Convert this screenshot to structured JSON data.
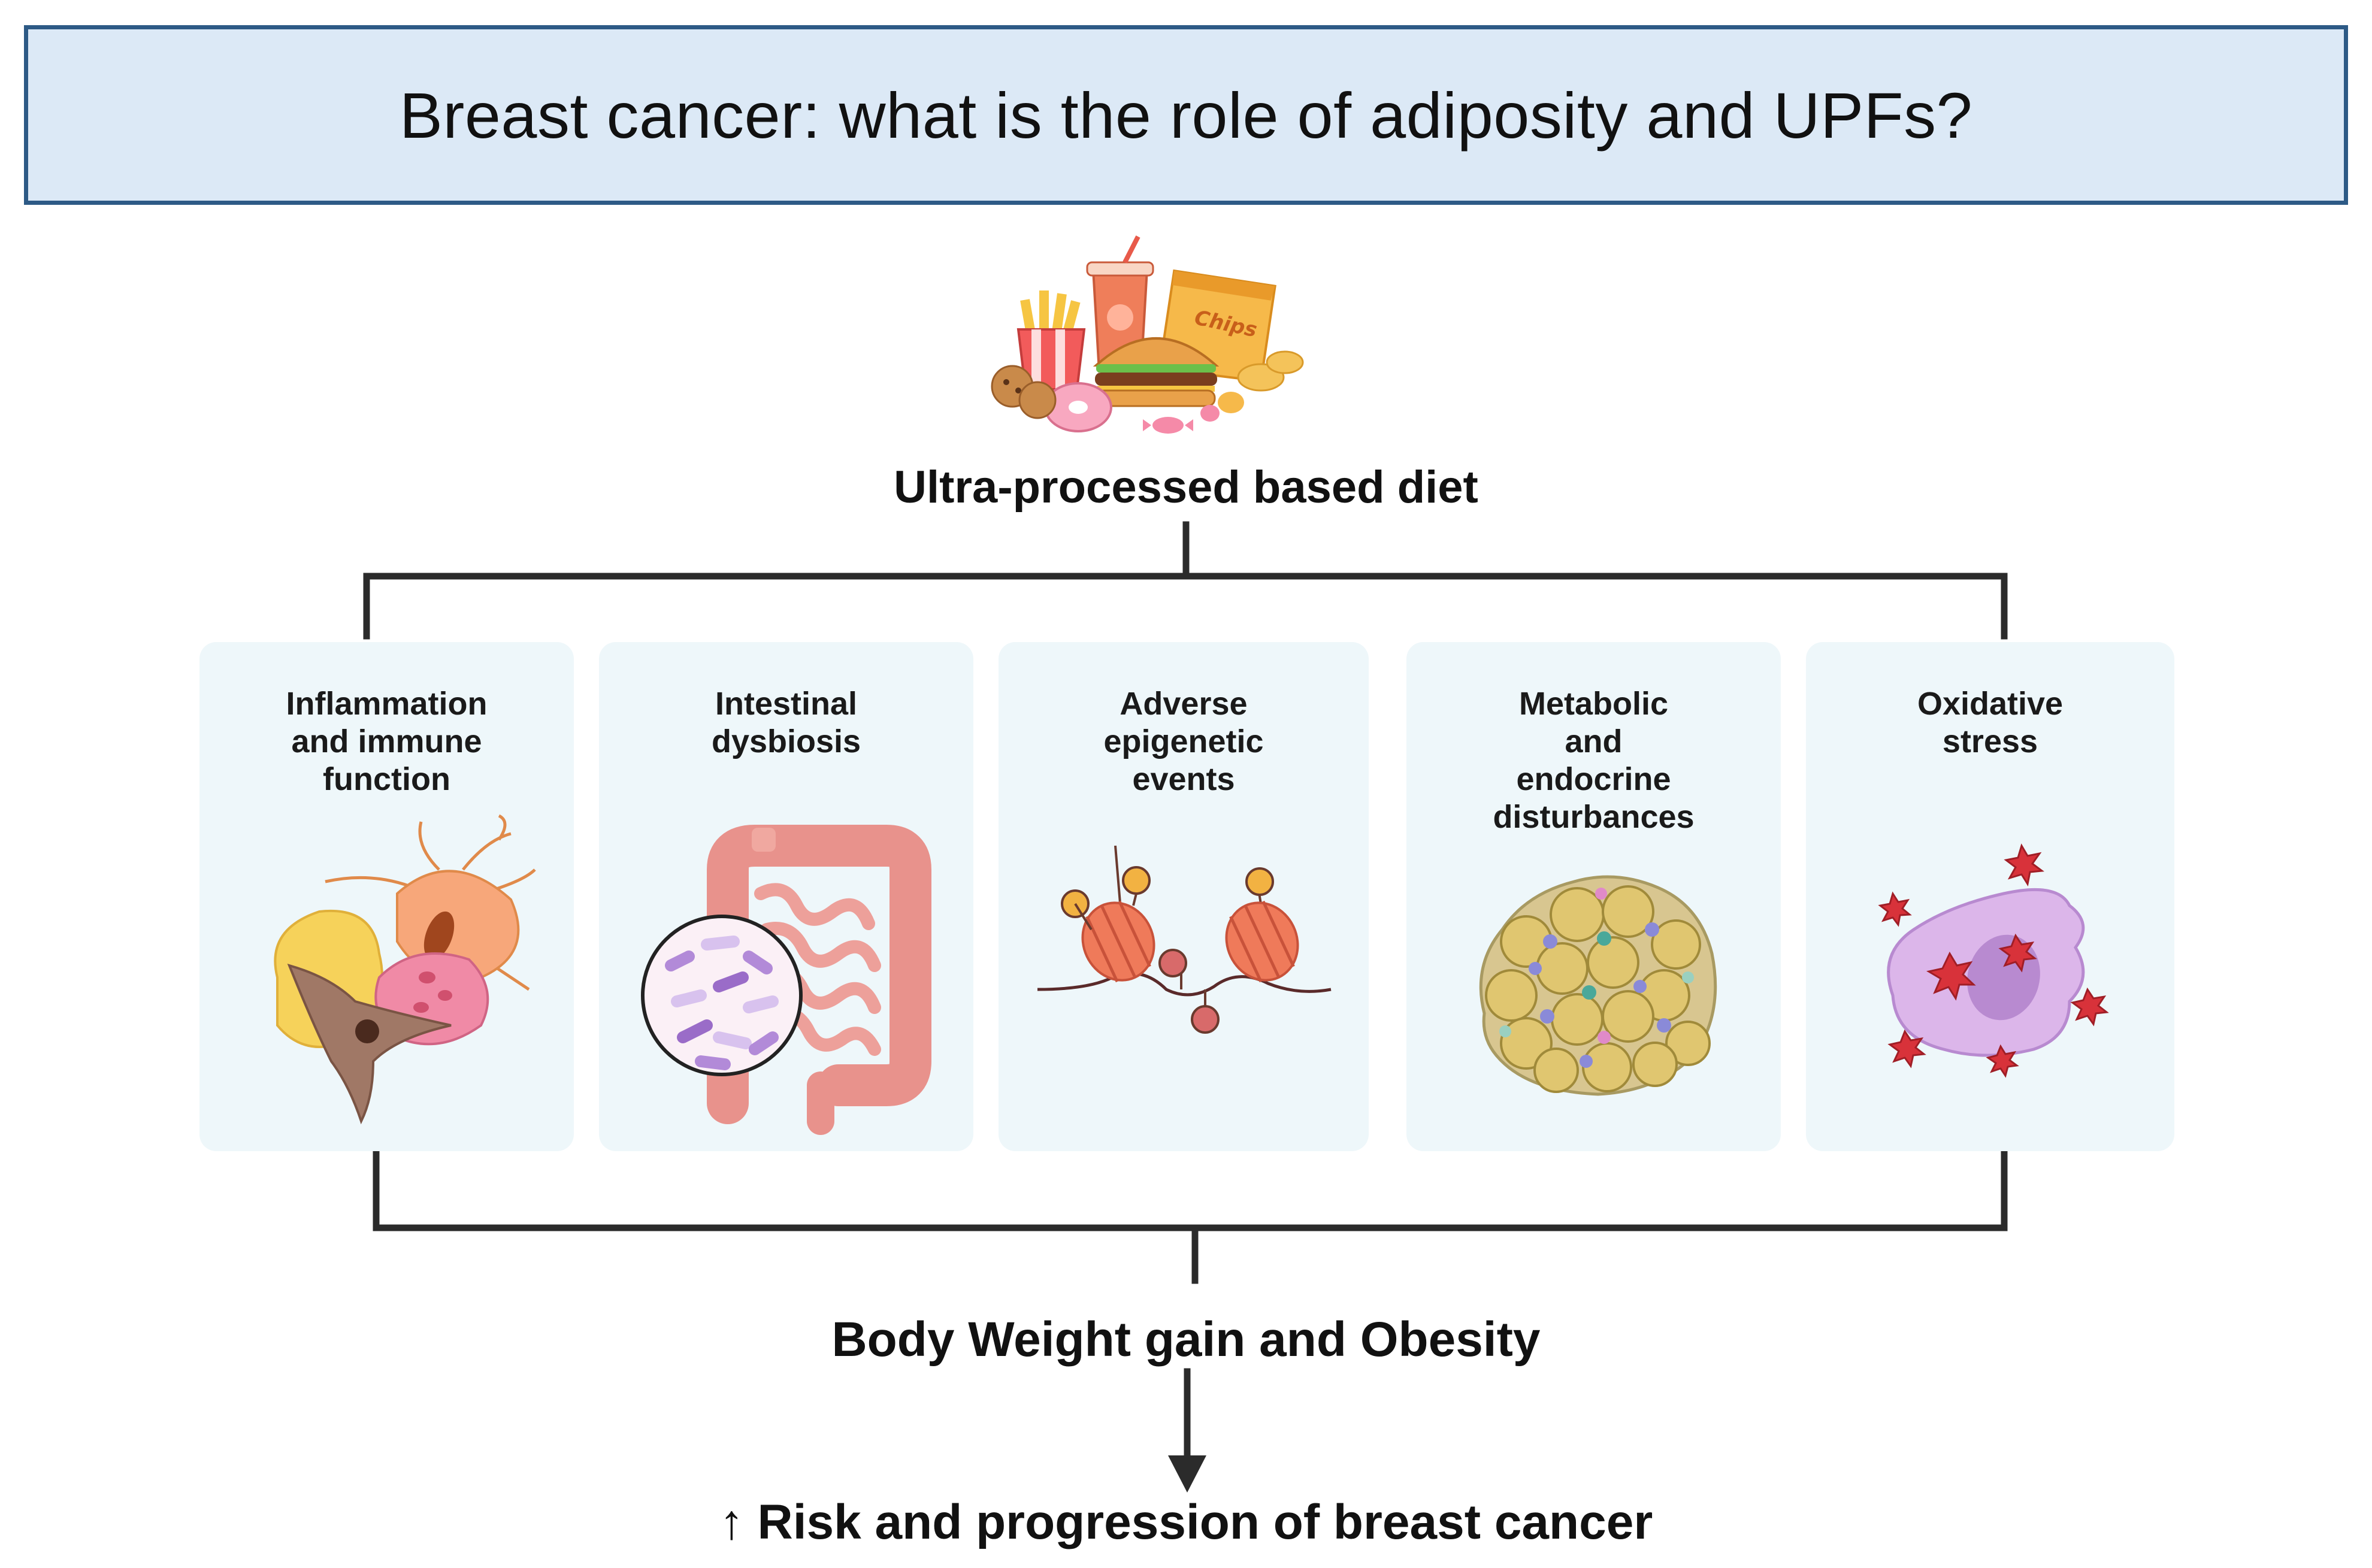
{
  "title": "Breast cancer: what is the role of adiposity and UPFs?",
  "diet_label": "Ultra-processed based diet",
  "chips_text": "Chips",
  "cards": [
    {
      "label": "Inflammation\nand immune\nfunction",
      "icon": "immune-cells-icon"
    },
    {
      "label": "Intestinal\ndysbiosis",
      "icon": "intestine-microbiota-icon"
    },
    {
      "label": "Adverse\nepigenetic\nevents",
      "icon": "nucleosome-dna-icon"
    },
    {
      "label": "Metabolic\nand\nendocrine\ndisturbances",
      "icon": "adipose-tissue-icon"
    },
    {
      "label": "Oxidative\nstress",
      "icon": "oxidative-cell-icon"
    }
  ],
  "obesity_label": "Body Weight gain and Obesity",
  "risk_label": "↑ Risk and progression of breast cancer",
  "colors": {
    "title_bg": "#dce9f6",
    "title_border": "#2d5a86",
    "card_bg": "#eef7fa",
    "connector": "#2b2b2b"
  }
}
